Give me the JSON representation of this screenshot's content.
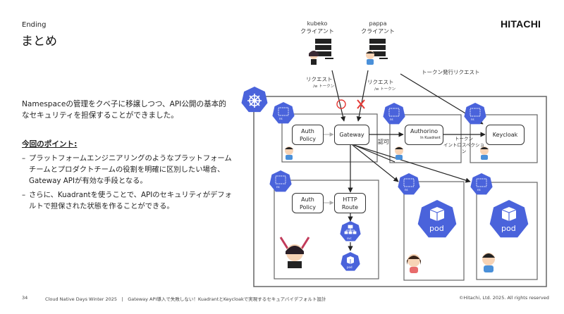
{
  "header": {
    "section": "Ending",
    "title": "まとめ",
    "logo": "HITACHI"
  },
  "body": {
    "intro": "Namespaceの管理をクベ子に移譲しつつ、API公開の基本的なセキュリティを担保することができました。",
    "points_heading": "今回のポイント:",
    "points": [
      "プラットフォームエンジニアリングのようなプラットフォームチームとプロダクトチームの役割を明確に区別したい場合、Gateway APIが有効な手段となる。",
      "さらに、Kuadrantを使うことで、APIのセキュリティがデフォルトで担保された状態を作ることができる。"
    ]
  },
  "diagram": {
    "clients": [
      {
        "name": "kubeko",
        "label": "クライアント",
        "character": "kubeko-girl"
      },
      {
        "name": "pappa",
        "label": "クライアント",
        "character": "boy"
      }
    ],
    "requests": [
      {
        "label": "リクエスト",
        "sub": "/w トークン",
        "result": "allowed",
        "result_icon": "circle-ok"
      },
      {
        "label": "リクエスト",
        "sub": "/w トークン",
        "result": "denied",
        "result_icon": "cross-ng"
      }
    ],
    "token_request": "トークン発行リクエスト",
    "cluster_icon": "kubernetes",
    "ns_label": "ns",
    "nodes": {
      "auth_policy_1": "Auth\nPolicy",
      "gateway": "Gateway",
      "authorino": "Authorino",
      "authorino_sub": "In Kuadrant",
      "keycloak": "Keycloak",
      "auth_policy_2": "Auth\nPolicy",
      "http_route": "HTTP\nRoute",
      "svc": "svc",
      "pod_small": "pod",
      "pod_1": "pod",
      "pod_2": "pod"
    },
    "edge_labels": {
      "authz": "認可",
      "introspection_1": "トークン",
      "introspection_2": "イントロスペクション"
    },
    "colors": {
      "k8s_blue": "#4a63db",
      "ok_red": "#e53935",
      "line": "#222222",
      "arrow_gray": "#999999"
    }
  },
  "footer": {
    "page": "34",
    "title": "Cloud Native Days Winter 2025　|　Gateway API導入で失敗しない！KuadrantとKeycloakで実現するセキュアバイデフォルト設計",
    "copyright": "©Hitachi, Ltd. 2025. All rights reserved"
  }
}
